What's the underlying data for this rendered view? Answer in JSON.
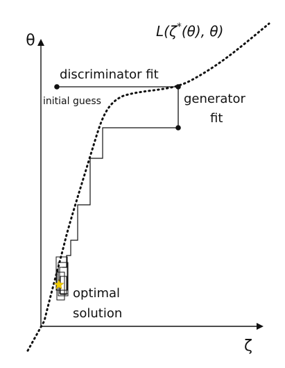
{
  "axes": {
    "y_label": "θ",
    "x_label": "ζ"
  },
  "curve": {
    "label_prefix": "L(ζ",
    "label_superscript": "*",
    "label_suffix": "(θ), θ)"
  },
  "annotations": {
    "discriminator_fit": "discriminator fit",
    "initial_guess": "initial guess",
    "generator_fit_line1": "generator",
    "generator_fit_line2": "fit",
    "optimal_line1": "optimal",
    "optimal_line2": "solution"
  },
  "colors": {
    "ink": "#111111",
    "star": "#f5d000"
  }
}
